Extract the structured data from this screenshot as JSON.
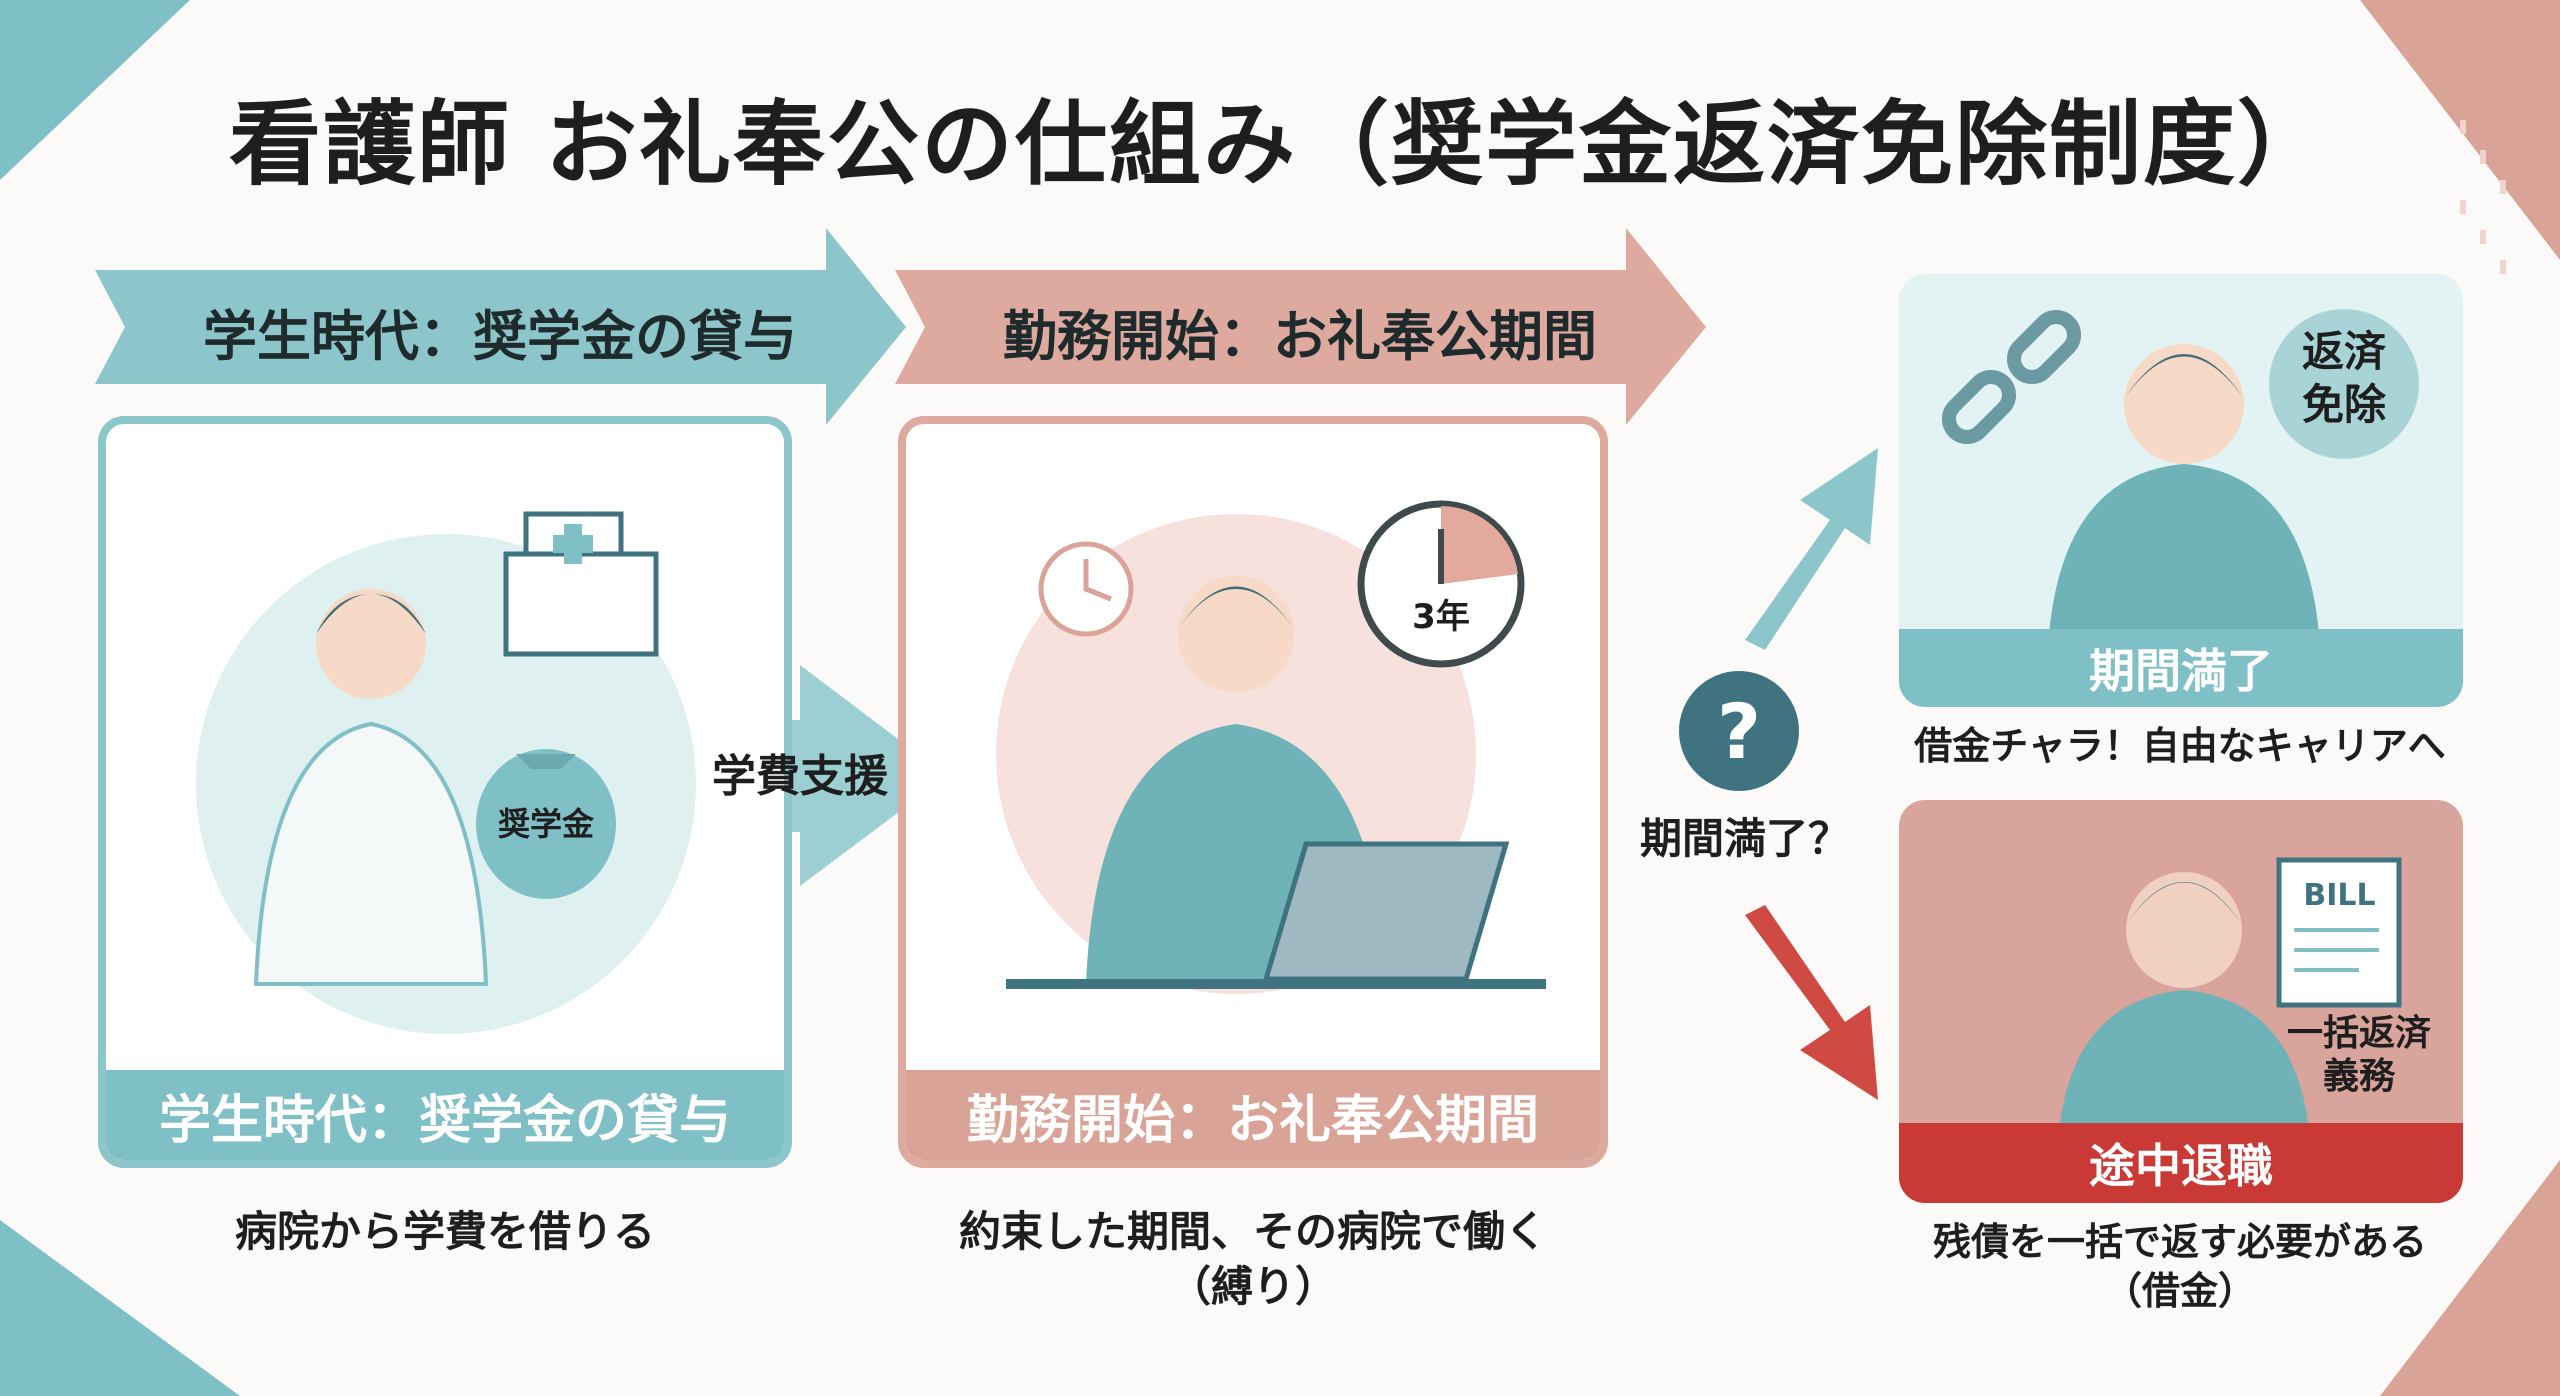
{
  "title": "看護師 お礼奉公の仕組み（奨学金返済免除制度）",
  "steps": [
    {
      "banner": "学生時代：奨学金の貸与",
      "band": "学生時代：奨学金の貸与",
      "caption": "病院から学費を借りる",
      "bag_label": "奨学金"
    },
    {
      "banner": "勤務開始：お礼奉公期間",
      "band": "勤務開始：お礼奉公期間",
      "caption_line1": "約束した期間、その病院で働く",
      "caption_line2": "（縛り）",
      "clock_label": "3年"
    }
  ],
  "support_arrow": "学費支援",
  "decision": {
    "symbol": "?",
    "label": "期間満了？"
  },
  "outcomes": [
    {
      "band": "期間満了",
      "bubble_line1": "返済",
      "bubble_line2": "免除",
      "caption": "借金チャラ！自由なキャリアへ"
    },
    {
      "band": "途中退職",
      "bill_label": "BILL",
      "note_line1": "一括返済",
      "note_line2": "義務",
      "caption_line1": "残債を一括で返す必要がある",
      "caption_line2": "（借金）"
    }
  ],
  "colors": {
    "teal": "#7fbfc6",
    "pink": "#d9a398",
    "red": "#c93a36",
    "dark_teal": "#3f7380"
  }
}
